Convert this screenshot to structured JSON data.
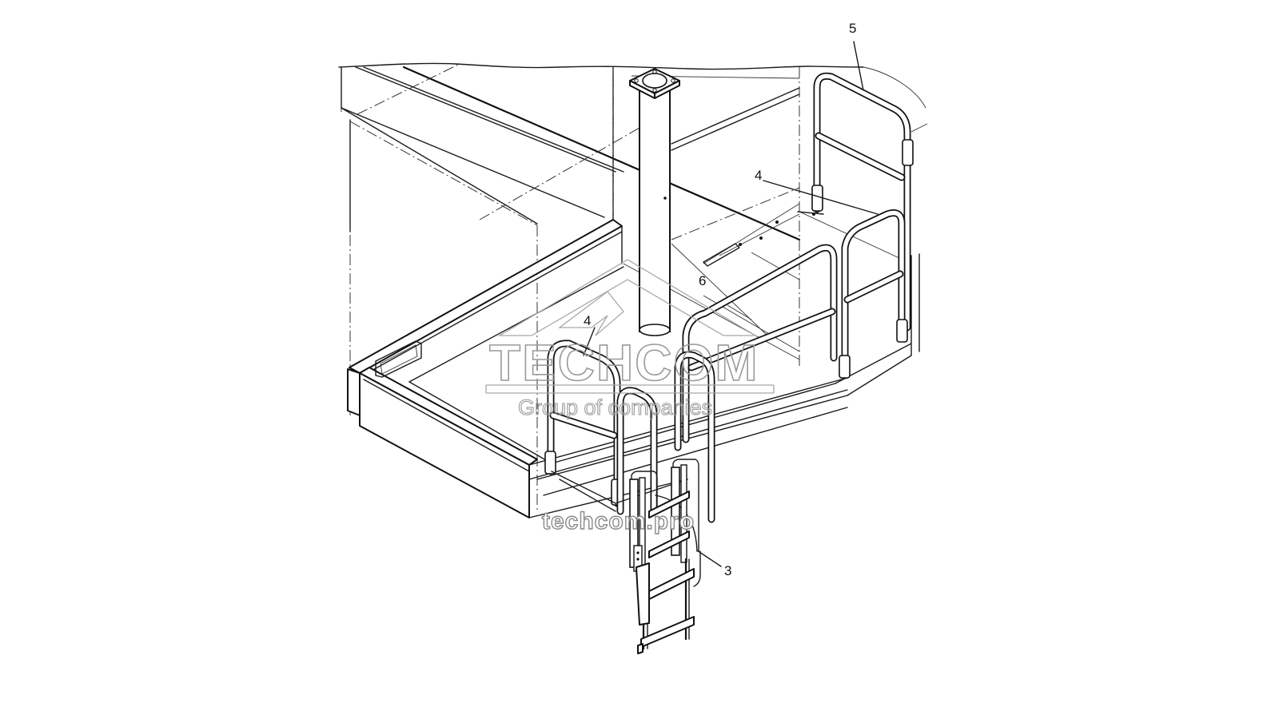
{
  "diagram": {
    "type": "isometric technical line drawing",
    "subject": "service platform with handrails, post and folding access ladder",
    "callouts": [
      {
        "id": "callout-5",
        "label": "5",
        "target": "upper-right-handrail"
      },
      {
        "id": "callout-4-right",
        "label": "4",
        "target": "right-side-handrail"
      },
      {
        "id": "callout-6",
        "label": "6",
        "target": "platform-deck-plate"
      },
      {
        "id": "callout-4-left",
        "label": "4",
        "target": "left-gate-handrail"
      },
      {
        "id": "callout-3",
        "label": "3",
        "target": "access-ladder"
      }
    ]
  },
  "watermark": {
    "brand": "TECHCOM",
    "tagline": "Group of companies",
    "url": "techcom.pro",
    "color": "#9a9a9a"
  },
  "colors": {
    "background": "#ffffff",
    "line": "#111111"
  }
}
